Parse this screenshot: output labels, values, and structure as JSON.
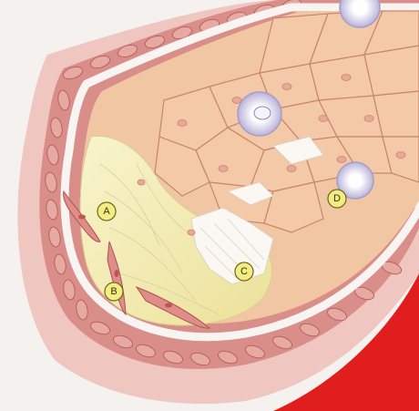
{
  "labels": {
    "a": "A",
    "b": "B",
    "c": "C",
    "d": "D"
  },
  "colors": {
    "background": "#f4f1ee",
    "outer_wall": "#e9b9b2",
    "muscle_band": "#d88b86",
    "muscle_cells": "#e2a7a1",
    "endothelium": "#f7f4f2",
    "plaque": "#f3ecb4",
    "lumen_tissue": "#f2c9a6",
    "cell_lines": "#c9866a",
    "label_fill": "#f2ed82",
    "label_stroke": "#6d6520",
    "artery_red": "#e01e1e"
  },
  "icons": [
    "elongated-muscle-cell",
    "white-blood-cell",
    "crystal-deposit"
  ]
}
